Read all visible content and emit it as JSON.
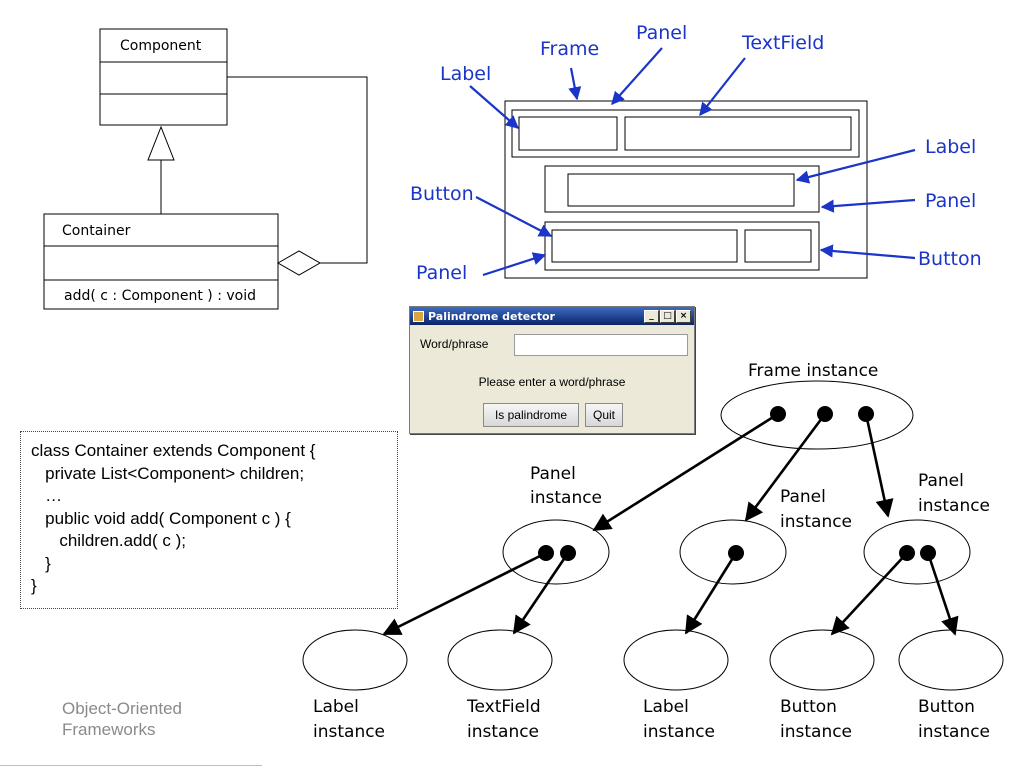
{
  "uml": {
    "component": "Component",
    "container": "Container",
    "add_method": "add( c : Component ) : void"
  },
  "layout_labels": {
    "frame": "Frame",
    "panel_top": "Panel",
    "textfield": "TextField",
    "label_left": "Label",
    "label_right": "Label",
    "panel_right": "Panel",
    "button_left": "Button",
    "panel_left": "Panel",
    "button_right": "Button"
  },
  "dialog": {
    "title": "Palindrome detector",
    "word_label": "Word/phrase",
    "message": "Please enter a word/phrase",
    "is_palindrome_button": "Is palindrome",
    "quit_button": "Quit",
    "minimize_glyph": "_",
    "maximize_glyph": "□",
    "close_glyph": "×"
  },
  "code": {
    "lines": [
      "class Container extends Component {",
      "   private List<Component> children;",
      "   …",
      "   public void add( Component c ) {",
      "      children.add( c );",
      "   }",
      "}"
    ]
  },
  "instances": {
    "frame_l1": "Frame instance",
    "panel1_l1": "Panel",
    "panel1_l2": "instance",
    "panel2_l1": "Panel",
    "panel2_l2": "instance",
    "panel3_l1": "Panel",
    "panel3_l2": "instance",
    "label1_l1": "Label",
    "label1_l2": "instance",
    "textfield_l1": "TextField",
    "textfield_l2": "instance",
    "label2_l1": "Label",
    "label2_l2": "instance",
    "button1_l1": "Button",
    "button1_l2": "instance",
    "button2_l1": "Button",
    "button2_l2": "instance"
  },
  "footer": {
    "line1": "Object-Oriented",
    "line2": "Frameworks"
  }
}
